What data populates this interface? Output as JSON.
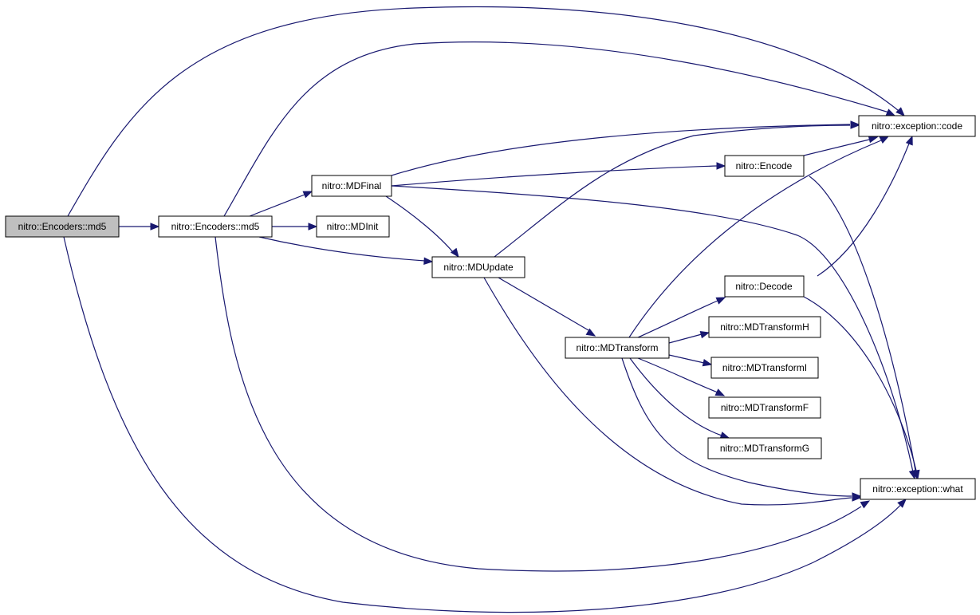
{
  "colors": {
    "edge": "#191970",
    "node_fill": "#ffffff",
    "root_fill": "#bfbfbf",
    "border": "#000000"
  },
  "nodes": {
    "root": "nitro::Encoders::md5",
    "md5": "nitro::Encoders::md5",
    "mdfinal": "nitro::MDFinal",
    "mdinit": "nitro::MDInit",
    "mdupdate": "nitro::MDUpdate",
    "code": "nitro::exception::code",
    "encode": "nitro::Encode",
    "decode": "nitro::Decode",
    "mdtransform": "nitro::MDTransform",
    "mdtransformh": "nitro::MDTransformH",
    "mdtransformi": "nitro::MDTransformI",
    "mdtransformf": "nitro::MDTransformF",
    "mdtransformg": "nitro::MDTransformG",
    "what": "nitro::exception::what"
  },
  "edges": [
    [
      "root",
      "md5"
    ],
    [
      "root",
      "code"
    ],
    [
      "root",
      "what"
    ],
    [
      "md5",
      "mdfinal"
    ],
    [
      "md5",
      "mdinit"
    ],
    [
      "md5",
      "mdupdate"
    ],
    [
      "md5",
      "code"
    ],
    [
      "md5",
      "what"
    ],
    [
      "mdfinal",
      "code"
    ],
    [
      "mdfinal",
      "encode"
    ],
    [
      "mdfinal",
      "mdupdate"
    ],
    [
      "mdfinal",
      "what"
    ],
    [
      "mdupdate",
      "code"
    ],
    [
      "mdupdate",
      "mdtransform"
    ],
    [
      "mdupdate",
      "what"
    ],
    [
      "encode",
      "code"
    ],
    [
      "encode",
      "what"
    ],
    [
      "decode",
      "code"
    ],
    [
      "decode",
      "what"
    ],
    [
      "mdtransform",
      "code"
    ],
    [
      "mdtransform",
      "decode"
    ],
    [
      "mdtransform",
      "mdtransformh"
    ],
    [
      "mdtransform",
      "mdtransformi"
    ],
    [
      "mdtransform",
      "mdtransformf"
    ],
    [
      "mdtransform",
      "mdtransformg"
    ],
    [
      "mdtransform",
      "what"
    ]
  ]
}
